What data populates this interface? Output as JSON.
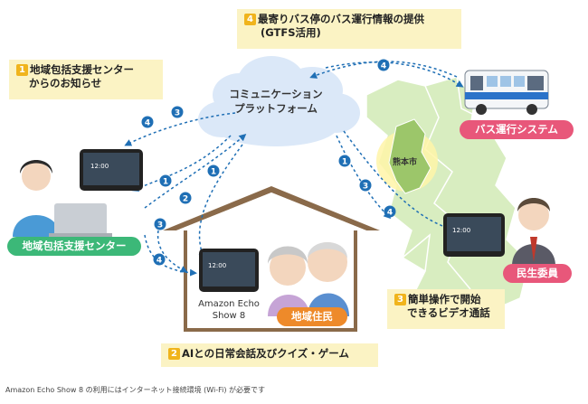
{
  "callouts": {
    "c1_num": "1",
    "c1_line1": "地域包括支援センター",
    "c1_line2": "からのお知らせ",
    "c2_num": "2",
    "c2_text": "AIとの日常会話及びクイズ・ゲーム",
    "c3_num": "3",
    "c3_line1": "簡単操作で開始",
    "c3_line2": "できるビデオ通話",
    "c4_num": "4",
    "c4_line1": "最寄りバス停のバス運行情報の提供",
    "c4_line2": "(GTFS活用)"
  },
  "cloud": {
    "line1": "コミュニケーション",
    "line2": "プラットフォーム"
  },
  "labels": {
    "center": "地域包括支援センター",
    "bus": "バス運行システム",
    "welfare": "民生委員",
    "residents": "地域住民",
    "city": "熊本市",
    "echo_line1": "Amazon Echo",
    "echo_line2": "Show 8"
  },
  "badges": [
    "1",
    "2",
    "3",
    "4"
  ],
  "footnote": "Amazon Echo Show 8 の利用にはインターネット接続環境 (Wi-Fi) が必要です",
  "colors": {
    "arrow": "#1f6fb5",
    "badge": "#1f6fb5",
    "callout_bg": "#fbf3c4",
    "callout_num": "#f0b41c",
    "pill_green": "#3cb878",
    "pill_pink": "#e8577a",
    "pill_orange": "#ee8a2a",
    "map_green": "#d8edc0",
    "city_green": "#9cc66a",
    "house_brown": "#8a6a4a"
  }
}
